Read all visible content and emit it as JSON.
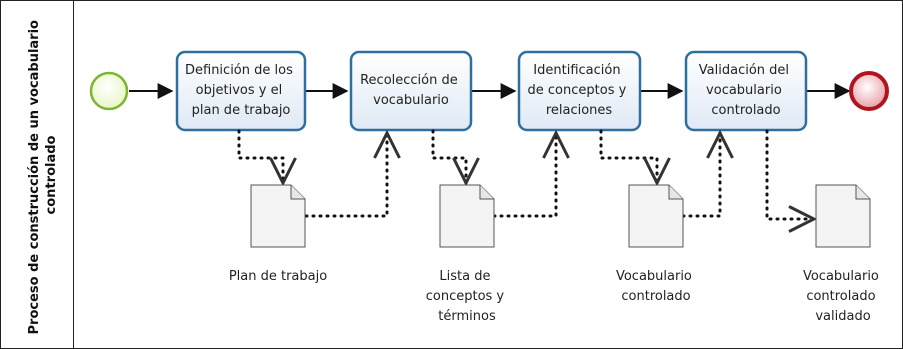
{
  "lane": {
    "title_line1": "Proceso de construcción de un vocabulario",
    "title_line2": "controlado"
  },
  "tasks": [
    {
      "lines": [
        "Definición de los",
        "objetivos y el",
        "plan de trabajo"
      ]
    },
    {
      "lines": [
        "Recolección de",
        "vocabulario"
      ]
    },
    {
      "lines": [
        "Identificación",
        "de conceptos y",
        "relaciones"
      ]
    },
    {
      "lines": [
        "Validación del",
        "vocabulario",
        "controlado"
      ]
    }
  ],
  "documents": [
    {
      "lines": [
        "Plan de trabajo"
      ]
    },
    {
      "lines": [
        "Lista de",
        "conceptos y",
        "términos"
      ]
    },
    {
      "lines": [
        "Vocabulario",
        "controlado"
      ]
    },
    {
      "lines": [
        "Vocabulario",
        "controlado",
        "validado"
      ]
    }
  ],
  "colors": {
    "task_fill_top": "#ffffff",
    "task_fill_bottom": "#dfe9f5",
    "task_stroke": "#2f6f9f",
    "start_fill": "#e8f6c8",
    "start_stroke": "#7cb530",
    "end_fill": "#e8a0a6",
    "end_stroke": "#b0141e"
  }
}
